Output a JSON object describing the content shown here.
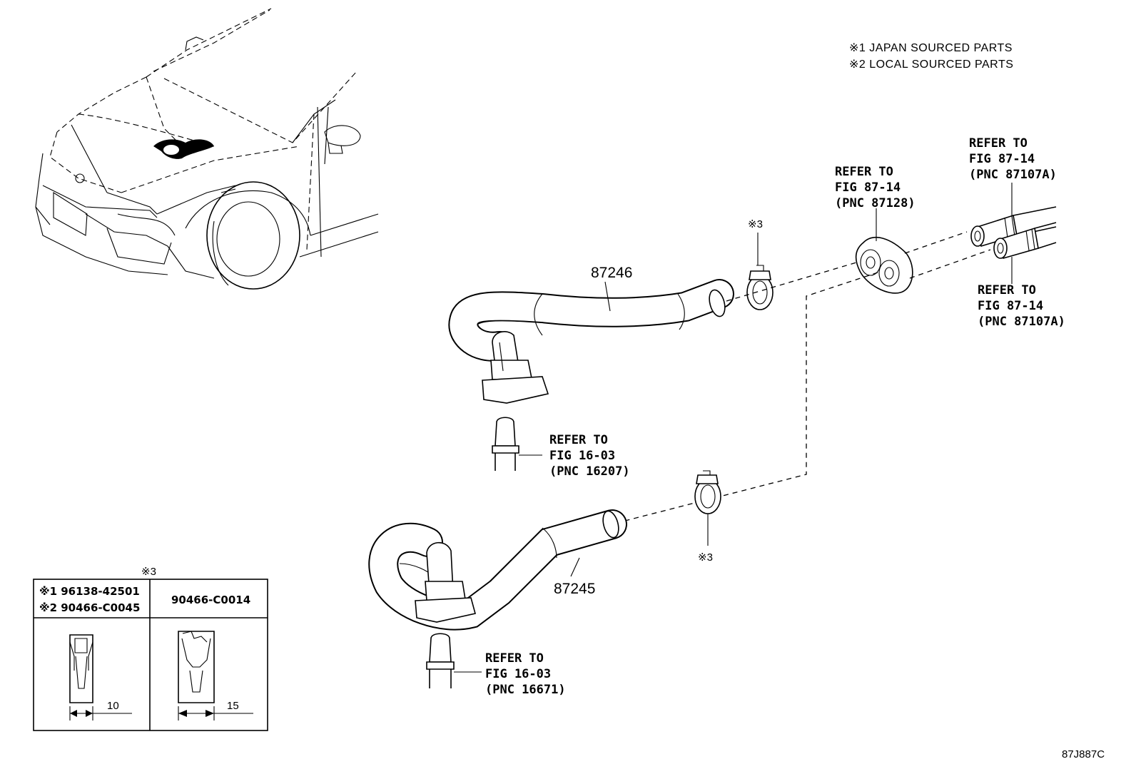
{
  "legend": {
    "line1": "※1 JAPAN SOURCED PARTS",
    "line2": "※2 LOCAL SOURCED PARTS"
  },
  "parts": {
    "hose_upper": "87246",
    "hose_lower": "87245",
    "clamp_mark_upper": "※3",
    "clamp_mark_lower": "※3"
  },
  "refs": {
    "grommet": {
      "l1": "REFER TO",
      "l2": "FIG 87-14",
      "l3": "(PNC 87128)"
    },
    "pipe_top": {
      "l1": "REFER TO",
      "l2": "FIG 87-14",
      "l3": "(PNC 87107A)"
    },
    "pipe_bottom": {
      "l1": "REFER TO",
      "l2": "FIG 87-14",
      "l3": "(PNC 87107A)"
    },
    "heater_upper": {
      "l1": "REFER TO",
      "l2": "FIG 16-03",
      "l3": "(PNC 16207)"
    },
    "heater_lower": {
      "l1": "REFER TO",
      "l2": "FIG 16-03",
      "l3": "(PNC 16671)"
    }
  },
  "clamp_table": {
    "header_mark": "※3",
    "col1_line1": "※1 96138-42501",
    "col1_line2": "※2 90466-C0045",
    "col2": "90466-C0014",
    "dim1": "10",
    "dim2": "15"
  },
  "diagram_code": "87J887C"
}
